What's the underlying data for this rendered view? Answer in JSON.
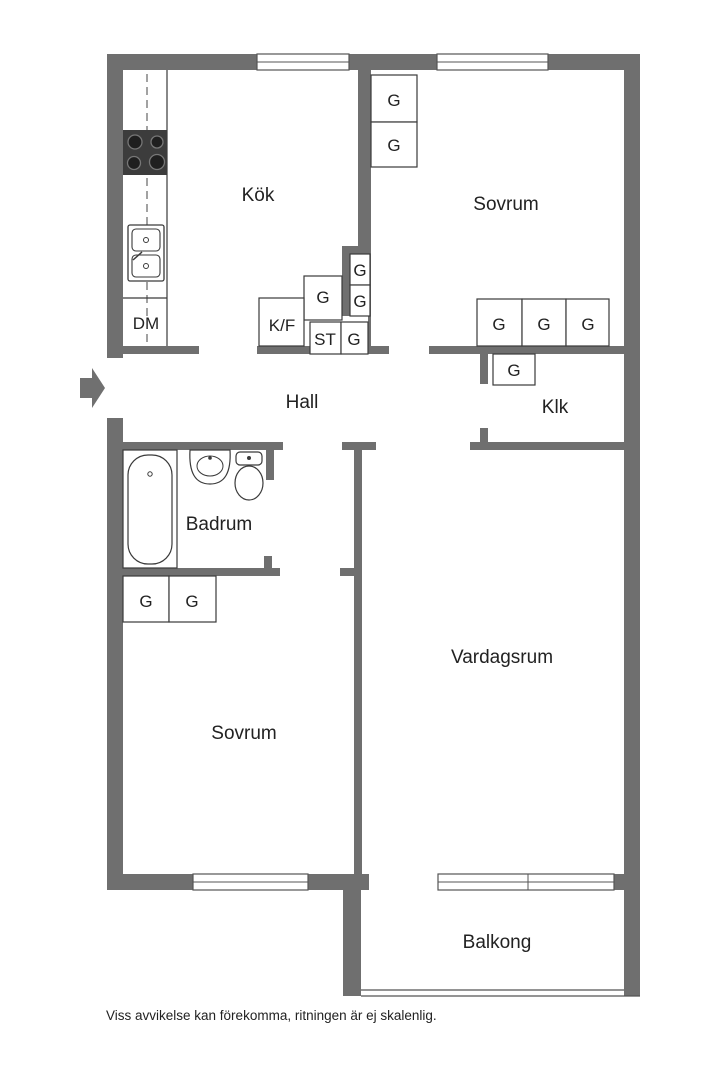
{
  "rooms": {
    "kok": "Kök",
    "sovrum_top": "Sovrum",
    "hall": "Hall",
    "klk": "Klk",
    "badrum": "Badrum",
    "sovrum_bottom": "Sovrum",
    "vardagsrum": "Vardagsrum",
    "balkong": "Balkong"
  },
  "fixtures": {
    "garderob": "G",
    "kyl_frys": "K/F",
    "stad": "ST",
    "diskmaskin": "DM"
  },
  "footnote": "Viss avvikelse kan förekomma, ritningen är ej skalenlig.",
  "colors": {
    "wall": "#6f6f6f",
    "line": "#3a3a3a",
    "stove": "#3c3c3c",
    "entrance_arrow": "#707070"
  },
  "icons": {
    "entrance": "entrance-arrow-icon",
    "stove": "stove-icon",
    "sink": "sink-icon",
    "bathtub": "bathtub-icon",
    "washbasin": "washbasin-icon",
    "toilet": "toilet-icon"
  }
}
